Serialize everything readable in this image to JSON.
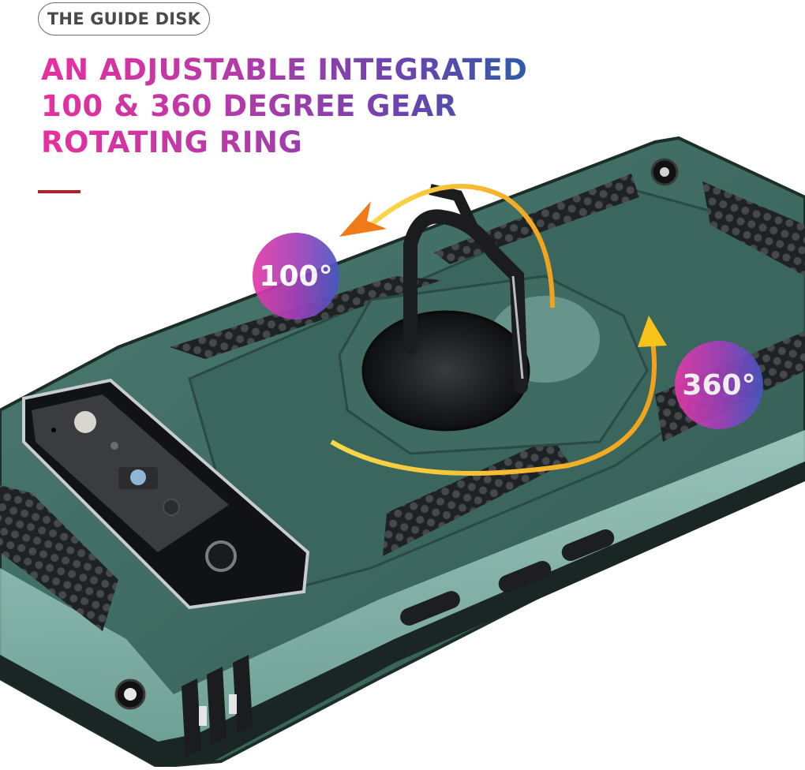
{
  "header": {
    "pill_label": "THE GUIDE DISK",
    "headline_lines": [
      "AN ADJUSTABLE INTEGRATED",
      "100 & 360 DEGREE GEAR",
      "ROTATING RING"
    ]
  },
  "badges": {
    "left": "100°",
    "right": "360°"
  },
  "product": {
    "description": "Green rugged phone case with honeycomb grip panels, camera cutout, and rotating kickstand ring",
    "case_color": "#3f6b62",
    "case_highlight": "#a9d6cc",
    "grip_color": "#2c2f31",
    "ring_color": "#1b1c1e",
    "arrow_colors": [
      "#f7c21a",
      "#f07a1a"
    ]
  },
  "colors": {
    "headline_gradient": [
      "#e8309e",
      "#6a44ae",
      "#2f5aa8"
    ],
    "accent_bar": "#b3202c",
    "pill_border": "#6b6b6b",
    "pill_text": "#4a4a4a"
  }
}
